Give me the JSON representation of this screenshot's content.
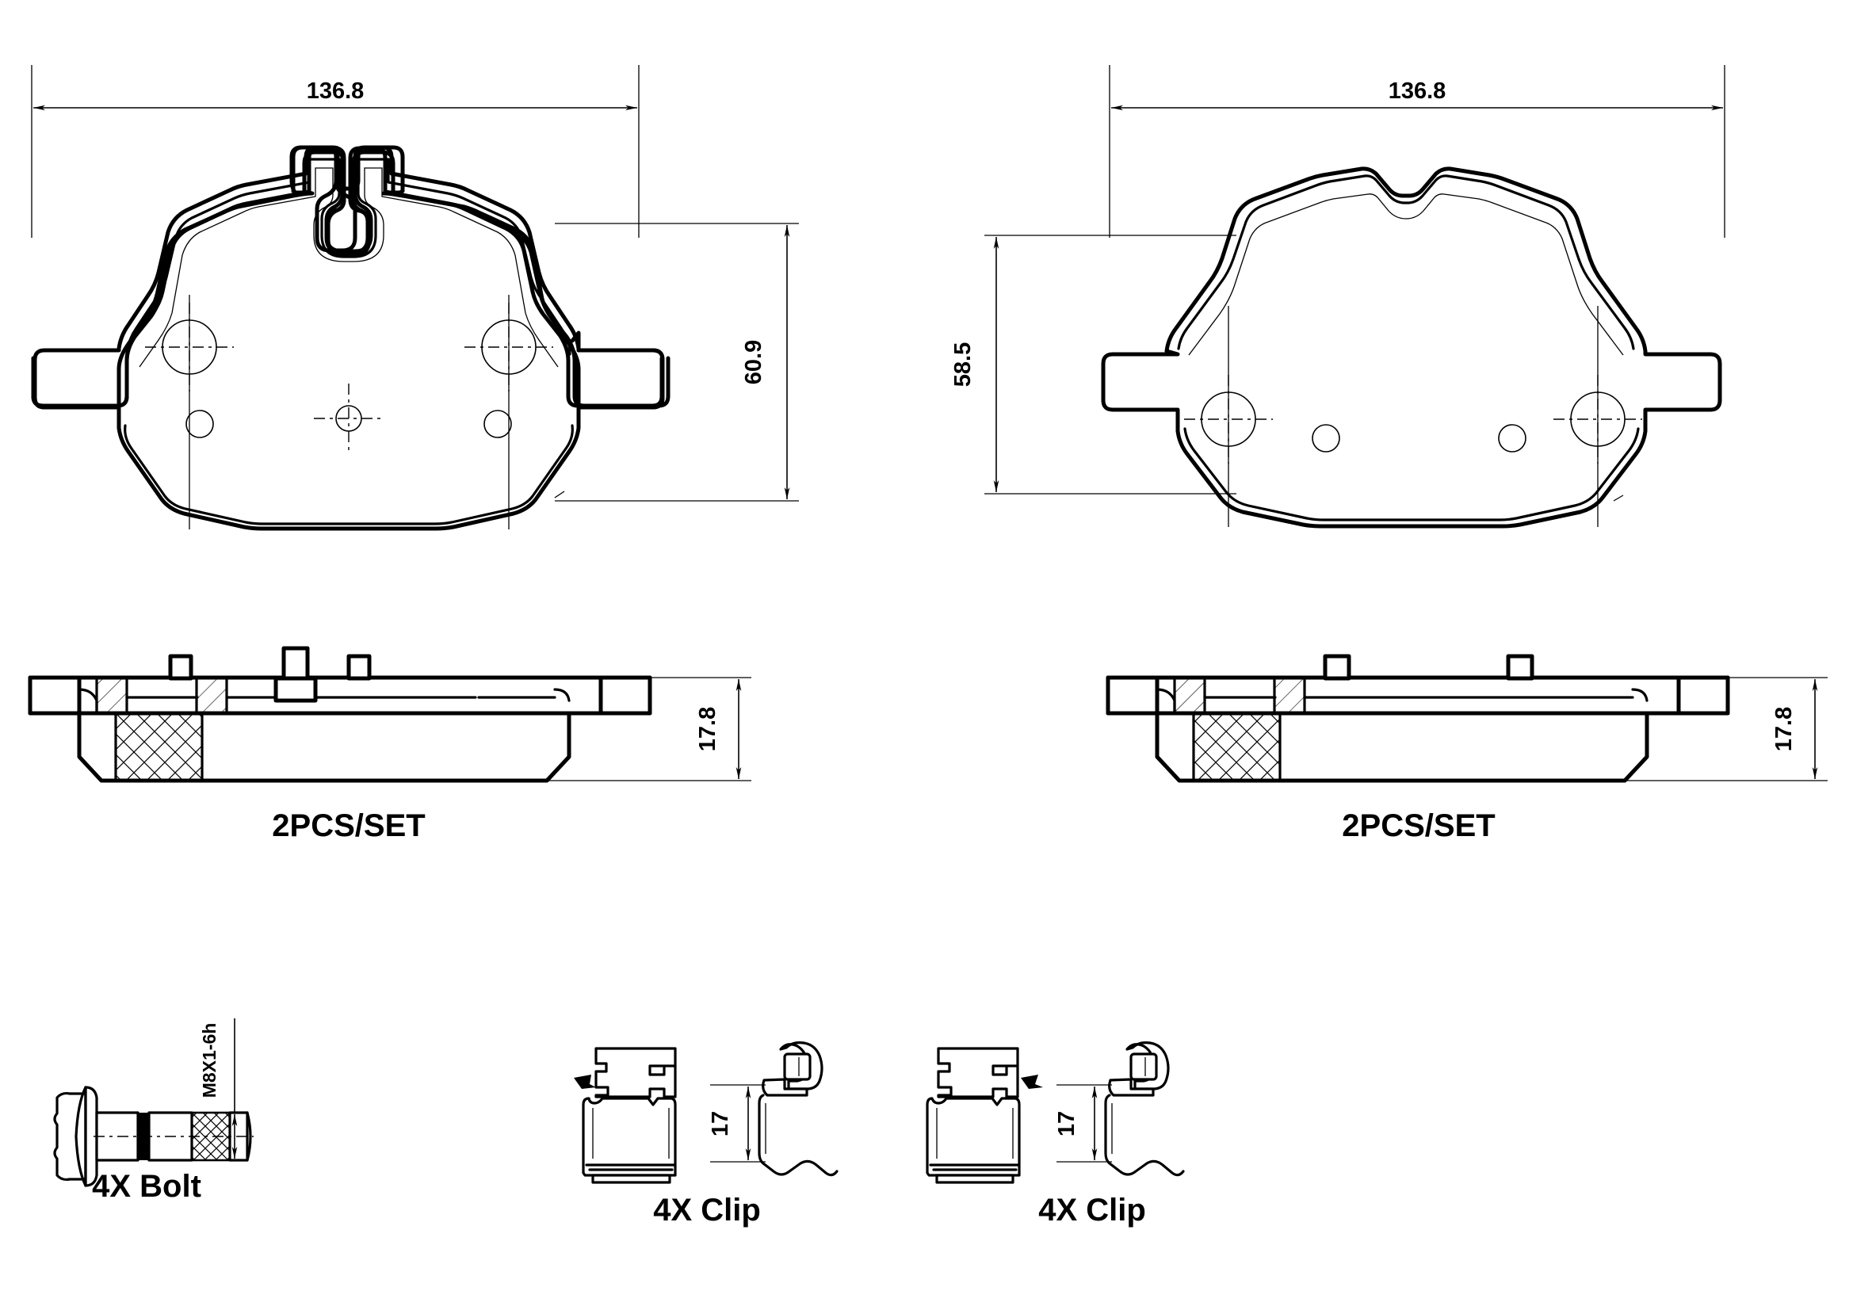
{
  "document": {
    "type": "engineering-drawing",
    "subject": "brake-pad-set",
    "background_color": "#ffffff",
    "line_color": "#000000"
  },
  "views": {
    "left_pad_front": {
      "name": "Left brake pad front view",
      "width_dimension": "136.8",
      "height_dimension": "60.9"
    },
    "right_pad_front": {
      "name": "Right brake pad front view",
      "width_dimension": "136.8",
      "height_dimension": "58.5"
    },
    "left_pad_side": {
      "name": "Left brake pad side profile",
      "thickness_dimension": "17.8",
      "quantity_label": "2PCS/SET"
    },
    "right_pad_side": {
      "name": "Right brake pad side profile",
      "thickness_dimension": "17.8",
      "quantity_label": "2PCS/SET"
    },
    "bolt": {
      "name": "Bolt detail",
      "thread_spec": "M8X1-6h",
      "quantity_label": "4X Bolt"
    },
    "clip_left": {
      "name": "Clip detail left",
      "height_dimension": "17",
      "quantity_label": "4X Clip"
    },
    "clip_right": {
      "name": "Clip detail right",
      "height_dimension": "17",
      "quantity_label": "4X Clip"
    }
  },
  "dimensions": {
    "left_width": "136.8",
    "left_height": "60.9",
    "left_thickness": "17.8",
    "right_width": "136.8",
    "right_height": "58.5",
    "right_thickness": "17.8",
    "clip_height_a": "17",
    "clip_height_b": "17",
    "bolt_thread": "M8X1-6h"
  },
  "labels": {
    "left_set": "2PCS/SET",
    "right_set": "2PCS/SET",
    "bolt": "4X Bolt",
    "clip_a": "4X Clip",
    "clip_b": "4X Clip"
  }
}
